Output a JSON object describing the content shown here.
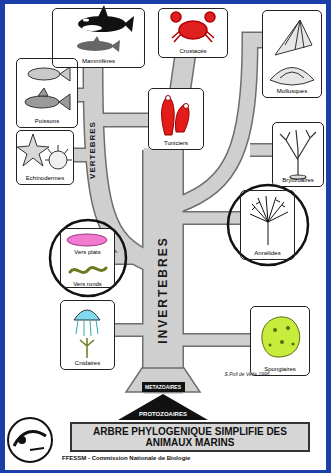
{
  "diagram": {
    "title": "ARBRE PHYLOGENIQUE SIMPLIFIE DES ANIMAUX MARINS",
    "caption": "FFESSM - Commission Nationale de Biologie",
    "nodes": [
      {
        "text": [
          "Mammifères"
        ]
      },
      {
        "text": [
          "Crustacés"
        ]
      },
      {
        "text": [
          "Mollusques"
        ]
      },
      {
        "text": [
          "Poissons"
        ]
      },
      {
        "text": [
          "Tuniciers"
        ]
      },
      {
        "text": [
          "Echinodermes"
        ]
      },
      {
        "text": [
          "Bryozoaires"
        ]
      },
      {
        "text": [
          "Annélides"
        ]
      },
      {
        "text": [
          "Vers plats",
          "Vers ronds"
        ]
      },
      {
        "text": [
          "Cnidaires"
        ]
      },
      {
        "text": [
          "Spongiaires"
        ]
      },
      {
        "text": [
          "METAZOAIRES"
        ]
      },
      {
        "text": [
          "PROTOZOAIRES"
        ]
      }
    ],
    "labels": [
      "VERTEBRES",
      "INVERTEBRES",
      "S.Poll de Vella 1996"
    ]
  }
}
